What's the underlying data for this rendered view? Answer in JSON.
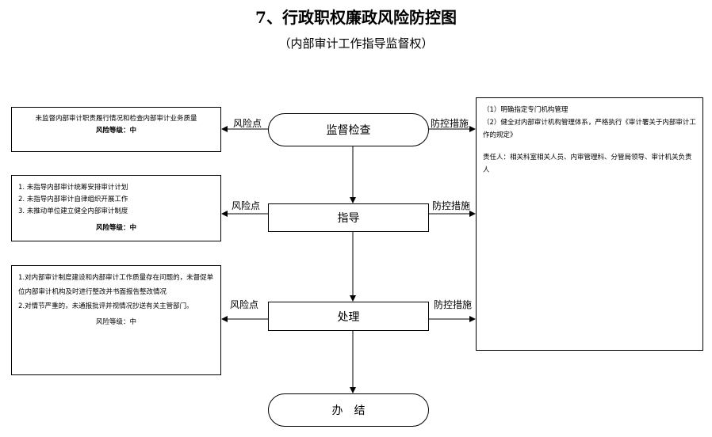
{
  "title": "7、行政职权廉政风险防控图",
  "subtitle": "（内部审计工作指导监督权）",
  "flow": {
    "supervise": "监督检查",
    "guide": "指导",
    "handle": "处理",
    "finish": "办　结"
  },
  "labels": {
    "risk_point": "风险点",
    "control_measure": "防控措施"
  },
  "risks": {
    "supervise": {
      "text": "未监督内部审计职责履行情况和检查内部审计业务质量",
      "level": "风险等级：中"
    },
    "guide": {
      "items": [
        "1. 未指导内部审计统筹安排审计计划",
        "2. 未指导内部审计自律组织开展工作",
        "3. 未推动单位建立健全内部审计制度"
      ],
      "level": "风险等级：中"
    },
    "handle": {
      "items": [
        "1.对内部审计制度建设和内部审计工作质量存在问题的，未督促单位内部审计机构及时进行整改并书面报告整改情况",
        "2.对情节严重的，未通报批评并视情况抄送有关主管部门。"
      ],
      "level": "风险等级：中"
    }
  },
  "measures": {
    "items": [
      "（1）明确指定专门机构管理",
      "（2）健全对内部审计机构管理体系，严格执行《审计署关于内部审计工作的规定》"
    ],
    "responsible": "责任人：相关科室相关人员、内审管理科、分管局领导、审计机关负责人"
  }
}
